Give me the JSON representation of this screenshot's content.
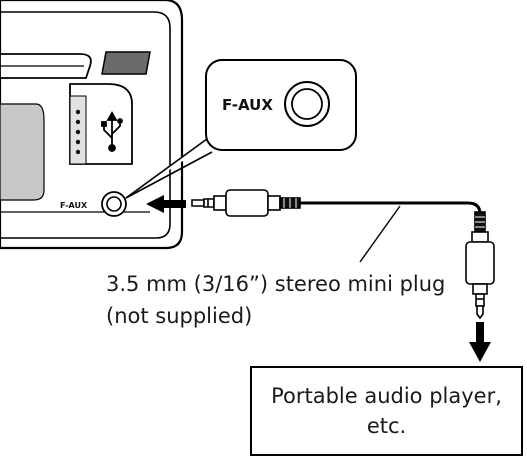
{
  "head_unit": {
    "port_label_small": "F-AUX",
    "port_label_callout": "F-AUX",
    "usb_symbol": "usb-icon"
  },
  "plug": {
    "caption_line1": "3.5 mm (3/16”) stereo mini plug",
    "caption_line2": "(not supplied)"
  },
  "player": {
    "line1": "Portable audio player,",
    "line2": "etc."
  },
  "colors": {
    "stroke": "#000000",
    "panel_gray": "#c8c8c8",
    "dark_gray": "#5a5a5a",
    "arrow": "#000000"
  }
}
